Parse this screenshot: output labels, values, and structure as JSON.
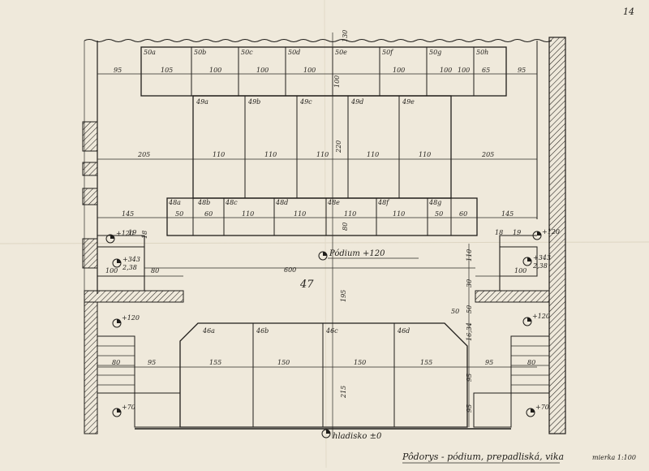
{
  "page_number": "14",
  "title": "Pôdorys - pódium, prepadliská, vika",
  "scale": "mierka 1:100",
  "labels": {
    "podium": "Pódium +120",
    "hladisko": "hladisko ±0",
    "center_no": "47"
  },
  "rear_panels": [
    "50a",
    "50b",
    "50c",
    "50d",
    "50e",
    "50f",
    "50g",
    "50h"
  ],
  "rear_dims": [
    "95",
    "105",
    "100",
    "100",
    "100",
    "100",
    "100",
    "100",
    "65",
    "95"
  ],
  "rear_depth": "100",
  "top_depth": "130",
  "mid_panels": [
    "49a",
    "49b",
    "49c",
    "49d",
    "49e"
  ],
  "mid_dims": [
    "205",
    "110",
    "110",
    "110",
    "110",
    "110",
    "205"
  ],
  "mid_depth": "220",
  "strip_panels": [
    "48a",
    "48b",
    "48c",
    "48d",
    "48e",
    "48f",
    "48g"
  ],
  "strip_dims": [
    "145",
    "50",
    "60",
    "110",
    "110",
    "110",
    "110",
    "50",
    "60",
    "145"
  ],
  "strip_depth": "80",
  "front_panels": [
    "46a",
    "46b",
    "46c",
    "46d"
  ],
  "front_dims": [
    "80",
    "95",
    "155",
    "150",
    "150",
    "155",
    "95",
    "80"
  ],
  "front_depth": "215",
  "podium_dims": {
    "width": "600",
    "depth": "195",
    "side": "110",
    "w100": "100",
    "w80": "80",
    "d30": "30",
    "d50": "50",
    "d50b": "50",
    "d1634": "16,34",
    "d95": "95",
    "d95b": "95"
  },
  "side_dims": {
    "d18": "18",
    "d19": "19"
  },
  "elevations": {
    "plus120": "+120",
    "plus343": "+343",
    "e238": "2,38",
    "plus70": "+70"
  }
}
